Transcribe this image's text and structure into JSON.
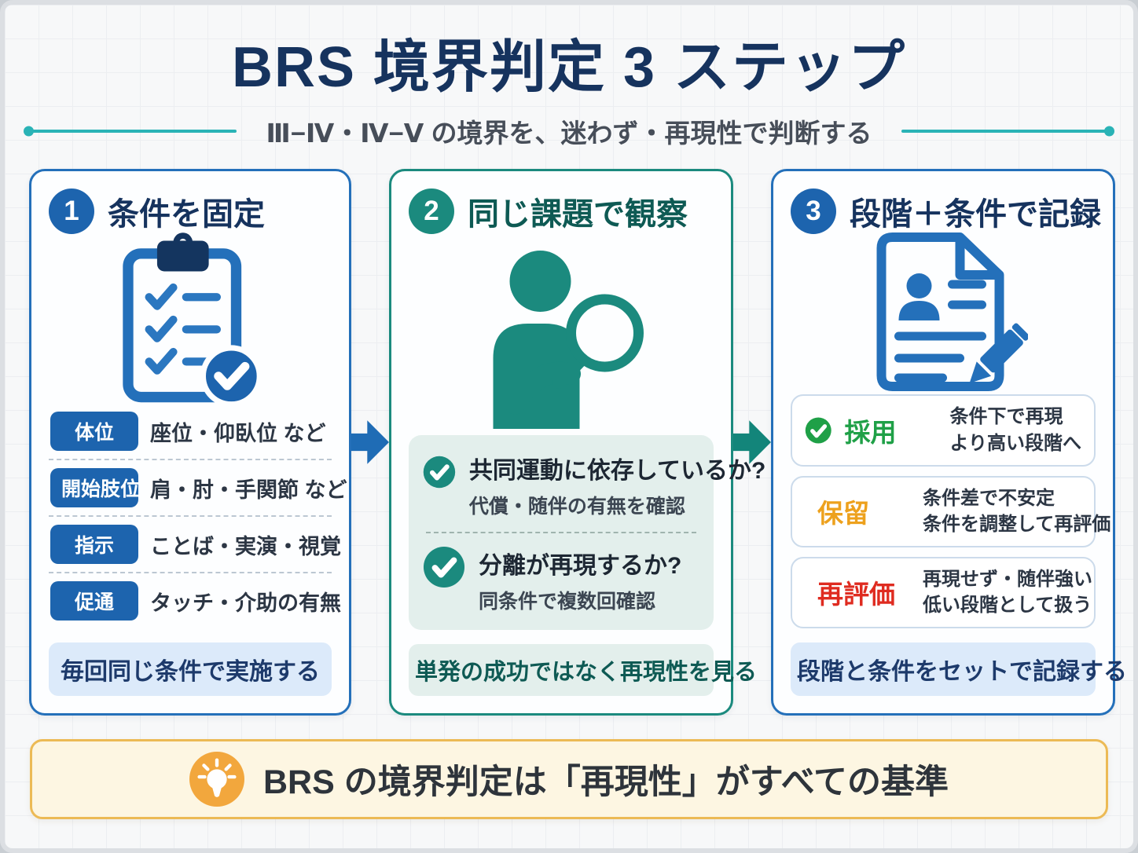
{
  "header": {
    "title": "BRS 境界判定 3 ステップ",
    "subtitle": "Ⅲ−Ⅳ・Ⅳ−Ⅴ の境界を、迷わず・再現性で判断する"
  },
  "colors": {
    "blue_accent": "#2470ba",
    "pill_blue": "#1d64ae",
    "navy_text": "#16335e",
    "teal_accent": "#1b8a7e",
    "teal_text": "#0e5a54",
    "mint_bg": "#e3efec",
    "light_blue_bg": "#dceafa",
    "green": "#1fa047",
    "amber": "#eda11d",
    "red": "#df2b20",
    "banner_bg": "#fdf6e2",
    "banner_border": "#ecba55",
    "bulb_orange": "#f2a73d",
    "rule_teal": "#2ab3b6"
  },
  "steps": [
    {
      "number": "1",
      "title": "条件を固定",
      "icon": "clipboard-checklist-icon",
      "conditions": [
        {
          "label": "体位",
          "text": "座位・仰臥位 など"
        },
        {
          "label": "開始肢位",
          "text": "肩・肘・手関節 など"
        },
        {
          "label": "指示",
          "text": "ことば・実演・視覚"
        },
        {
          "label": "促通",
          "text": "タッチ・介助の有無"
        }
      ],
      "footer": "毎回同じ条件で実施する"
    },
    {
      "number": "2",
      "title": "同じ課題で観察",
      "icon": "observe-magnifier-icon",
      "checks": [
        {
          "question": "共同運動に依存しているか?",
          "note": "代償・随伴の有無を確認"
        },
        {
          "question": "分離が再現するか?",
          "note": "同条件で複数回確認"
        }
      ],
      "footer_parts": [
        {
          "text": "単発の成功",
          "bold": true
        },
        {
          "text": "ではなく",
          "bold": false
        },
        {
          "text": "再現性",
          "bold": true
        },
        {
          "text": "を見る",
          "bold": false
        }
      ]
    },
    {
      "number": "3",
      "title": "段階＋条件で記録",
      "icon": "record-document-icon",
      "outcomes": [
        {
          "label": "採用",
          "glyph": "check",
          "color": "#1fa047",
          "line1": "条件下で再現",
          "line2": "より高い段階へ"
        },
        {
          "label": "保留",
          "glyph": "question",
          "color": "#eda11d",
          "line1": "条件差で不安定",
          "line2": "条件を調整して再評価"
        },
        {
          "label": "再評価",
          "glyph": "cross",
          "color": "#df2b20",
          "line1": "再現せず・随伴強い",
          "line2": "低い段階として扱う"
        }
      ],
      "footer_parts": [
        {
          "text": "段階と条件",
          "bold": true
        },
        {
          "text": "をセットで",
          "bold": false
        },
        {
          "text": "記録する",
          "bold": true
        }
      ]
    }
  ],
  "banner": {
    "icon": "lightbulb-icon",
    "text": "BRS の境界判定は「再現性」がすべての基準"
  }
}
